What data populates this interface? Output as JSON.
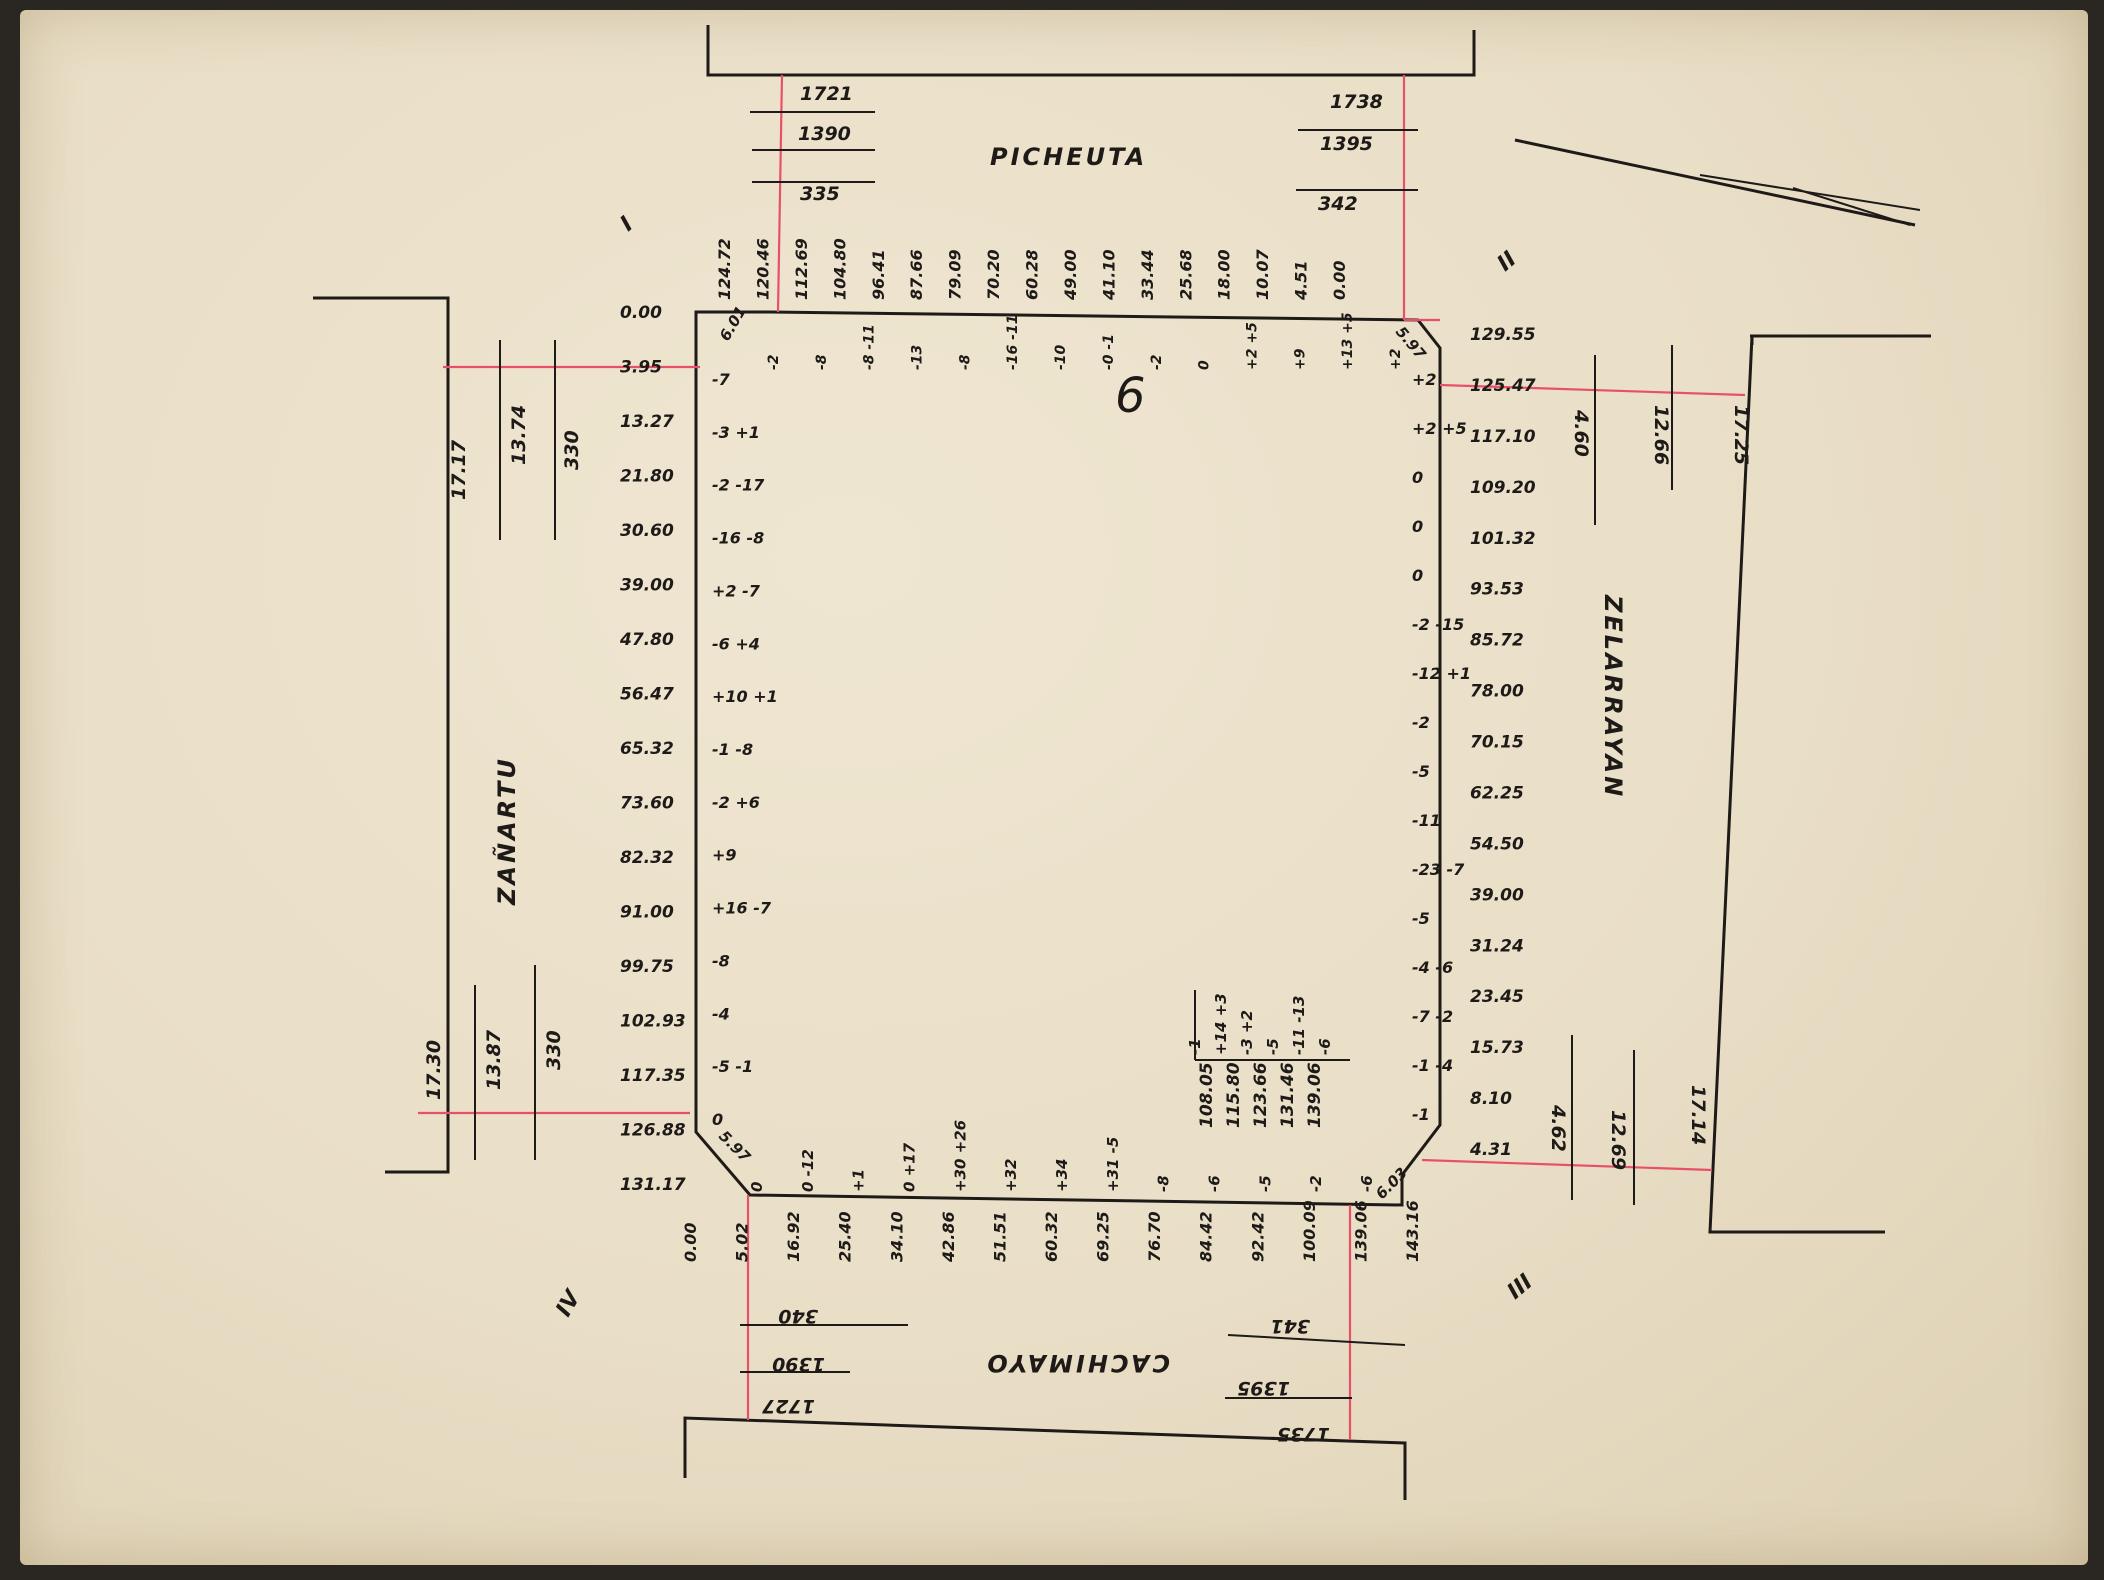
{
  "streets": {
    "top": "PICHEUTA",
    "left": "ZAÑARTU",
    "right": "ZELARRAYAN",
    "bottom": "CACHIMAYO"
  },
  "block_number": "6",
  "corner_labels": {
    "nw": "I",
    "ne": "II",
    "se": "III",
    "sw": "IV"
  },
  "top_street": {
    "left_levels": [
      "1721",
      "1390",
      "335"
    ],
    "right_levels": [
      "1738",
      "1395",
      "342"
    ]
  },
  "left_street": {
    "top_levels": [
      "17.17",
      "13.74",
      "330"
    ],
    "bottom_levels": [
      "17.30",
      "13.87",
      "330"
    ]
  },
  "right_street": {
    "top_levels": [
      "4.60",
      "12.66",
      "17.25"
    ],
    "bottom_levels": [
      "4.62",
      "12.69",
      "17.14"
    ]
  },
  "bottom_street": {
    "left_levels": [
      "340",
      "1390",
      "1727"
    ],
    "right_levels": [
      "341",
      "1395",
      "1735"
    ]
  },
  "top_side": {
    "distances": [
      "124.72",
      "120.46",
      "112.69",
      "104.80",
      "96.41",
      "87.66",
      "79.09",
      "70.20",
      "60.28",
      "49.00",
      "41.10",
      "33.44",
      "25.68",
      "18.00",
      "10.07",
      "4.51",
      "0.00"
    ],
    "offsets": [
      "-2",
      "-8",
      "-8 -11",
      "-13",
      "-8",
      "-16 -11",
      "-10",
      "-0 -1",
      "-2",
      "0",
      "+2 +5",
      "+9",
      "+13 +5",
      "+2"
    ],
    "corner_nw": "6.01",
    "corner_ne": "5.97"
  },
  "left_side": {
    "distances": [
      "0.00",
      "3.95",
      "13.27",
      "21.80",
      "30.60",
      "39.00",
      "47.80",
      "56.47",
      "65.32",
      "73.60",
      "82.32",
      "91.00",
      "99.75",
      "102.93",
      "117.35",
      "126.88",
      "131.17"
    ],
    "offsets": [
      "-7",
      "-3 +1",
      "-2 -17",
      "-16 -8",
      "+2 -7",
      "-6 +4",
      "+10 +1",
      "-1 -8",
      "-2 +6",
      "+9",
      "+16 -7",
      "-8",
      "-4",
      "-5 -1",
      "0"
    ],
    "corner_sw": "5.97"
  },
  "right_side": {
    "distances": [
      "129.55",
      "125.47",
      "117.10",
      "109.20",
      "101.32",
      "93.53",
      "85.72",
      "78.00",
      "70.15",
      "62.25",
      "54.50",
      "39.00",
      "31.24",
      "23.45",
      "15.73",
      "8.10",
      "4.31"
    ],
    "offsets": [
      "+2",
      "+2 +5",
      "0",
      "0",
      "0",
      "-2 -15",
      "-12 +1",
      "-2",
      "-5",
      "-11",
      "-23 -7",
      "-5",
      "-4 -6",
      "-7 -2",
      "-1 -4",
      "-1"
    ],
    "corner_se": "6.03"
  },
  "bottom_side": {
    "distances": [
      "0.00",
      "5.02",
      "16.92",
      "25.40",
      "34.10",
      "42.86",
      "51.51",
      "60.32",
      "69.25",
      "76.70",
      "84.42",
      "92.42",
      "100.09",
      "139.06",
      "143.16"
    ],
    "offsets": [
      "0",
      "0 -12",
      "+1",
      "0 +17",
      "+30 +26",
      "+32",
      "+34",
      "+31 -5",
      "-8",
      "-6",
      "-5",
      "-2",
      "-6"
    ]
  },
  "interior_table": {
    "values": [
      "108.05",
      "115.80",
      "123.66",
      "131.46",
      "139.06"
    ],
    "offsets": [
      "-1",
      "+14 +3",
      "-3 +2",
      "-5",
      "-11 -13",
      "-6"
    ]
  }
}
